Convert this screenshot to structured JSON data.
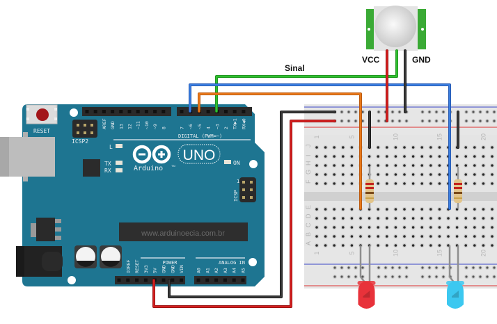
{
  "board": {
    "name": "Arduino",
    "model": "UNO",
    "reset_label": "RESET",
    "icsp2_label": "ICSP2",
    "icsp_label": "ICSP",
    "icsp_pin1": "1",
    "led_l": "L",
    "led_tx": "TX",
    "led_rx": "RX",
    "led_on": "ON",
    "digital_label": "DIGITAL (PWM=~)",
    "power_label": "POWER",
    "analog_label": "ANALOG IN",
    "website": "www.arduinoecia.com.br",
    "digital_pins": [
      "AREF",
      "GND",
      "13",
      "12",
      "~11",
      "~10",
      "~9",
      "8",
      "7",
      "~6",
      "~5",
      "4",
      "~3",
      "2",
      "TX▶1",
      "RX◀0"
    ],
    "power_pins": [
      "IOREF",
      "RESET",
      "3V3",
      "5V",
      "GND",
      "GND",
      "VIN"
    ],
    "analog_pins": [
      "A0",
      "A1",
      "A2",
      "A3",
      "A4",
      "A5"
    ],
    "color": "#1e7591"
  },
  "sensor": {
    "type": "PIR",
    "vcc_label": "VCC",
    "gnd_label": "GND",
    "signal_label": "Sinal"
  },
  "breadboard": {
    "rows_top": [
      "J",
      "I",
      "H",
      "G",
      "F"
    ],
    "rows_bottom": [
      "E",
      "D",
      "C",
      "B",
      "A"
    ],
    "column_numbers": [
      "1",
      "5",
      "10",
      "15",
      "20"
    ]
  },
  "components": {
    "resistors": [
      {
        "id": "R1"
      },
      {
        "id": "R2"
      }
    ],
    "leds": [
      {
        "color": "red",
        "hex": "#e8323a"
      },
      {
        "color": "blue",
        "hex": "#3cc8f0"
      }
    ]
  },
  "wires": {
    "signal": "#2db52d",
    "vcc": "#cc1f1f",
    "gnd": "#222222",
    "led_red_pin": "#e07418",
    "led_blue_pin": "#2f6fd0"
  }
}
